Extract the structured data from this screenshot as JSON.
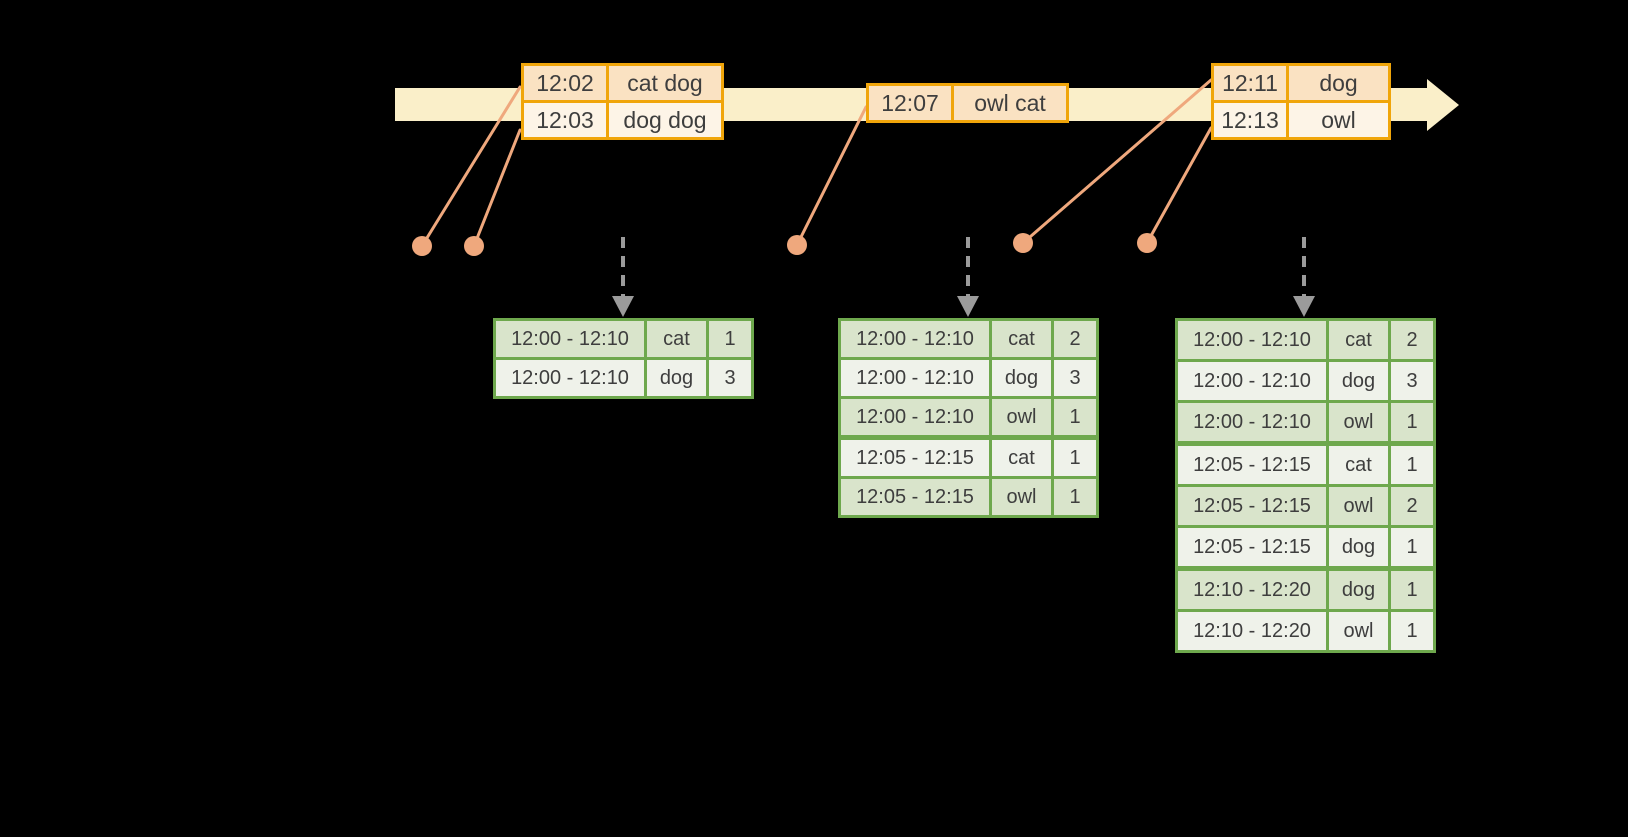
{
  "colors": {
    "bg": "#000000",
    "band": "#FAEFC9",
    "gold": "#F0A50A",
    "peach-dark": "#FAE2C2",
    "peach-light": "#FDF4E7",
    "peach-mid": "#FBE9D2",
    "salmon": "#EFA87D",
    "green": "#6EA84D",
    "green-tint": "#D9E4CB",
    "green-light": "#EFF2EA",
    "gray-arrow": "#9B9B9B",
    "text": "#3E3E3E"
  },
  "icons": {
    "timeline_arrow": "right-block-arrow",
    "event_dot": "filled-circle",
    "trigger_arrow": "dashed-down-arrow"
  },
  "event_tables": [
    {
      "rows": [
        {
          "time": "12:02",
          "words": "cat dog"
        },
        {
          "time": "12:03",
          "words": "dog dog"
        }
      ]
    },
    {
      "rows": [
        {
          "time": "12:07",
          "words": "owl cat"
        }
      ]
    },
    {
      "rows": [
        {
          "time": "12:11",
          "words": "dog"
        },
        {
          "time": "12:13",
          "words": "owl"
        }
      ]
    }
  ],
  "result_tables": [
    {
      "rows": [
        {
          "window": "12:00 - 12:10",
          "word": "cat",
          "count": 1
        },
        {
          "window": "12:00 - 12:10",
          "word": "dog",
          "count": 3
        }
      ]
    },
    {
      "rows": [
        {
          "window": "12:00 - 12:10",
          "word": "cat",
          "count": 2
        },
        {
          "window": "12:00 - 12:10",
          "word": "dog",
          "count": 3
        },
        {
          "window": "12:00 - 12:10",
          "word": "owl",
          "count": 1
        },
        {
          "window": "12:05 - 12:15",
          "word": "cat",
          "count": 1
        },
        {
          "window": "12:05 - 12:15",
          "word": "owl",
          "count": 1
        }
      ]
    },
    {
      "rows": [
        {
          "window": "12:00 - 12:10",
          "word": "cat",
          "count": 2
        },
        {
          "window": "12:00 - 12:10",
          "word": "dog",
          "count": 3
        },
        {
          "window": "12:00 - 12:10",
          "word": "owl",
          "count": 1
        },
        {
          "window": "12:05 - 12:15",
          "word": "cat",
          "count": 1
        },
        {
          "window": "12:05 - 12:15",
          "word": "owl",
          "count": 2
        },
        {
          "window": "12:05 - 12:15",
          "word": "dog",
          "count": 1
        },
        {
          "window": "12:10 - 12:20",
          "word": "dog",
          "count": 1
        },
        {
          "window": "12:10 - 12:20",
          "word": "owl",
          "count": 1
        }
      ]
    }
  ]
}
